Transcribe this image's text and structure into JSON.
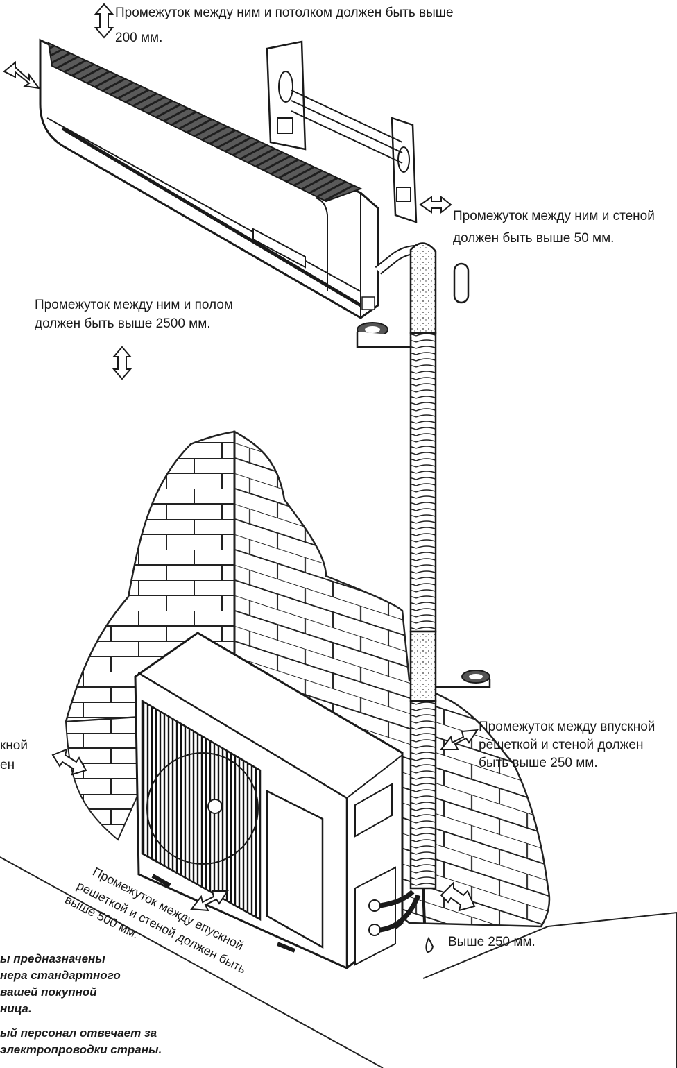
{
  "labels": {
    "ceiling_line1": "Промежуток между ним и потолком должен быть выше",
    "ceiling_line2": "200 мм.",
    "wall_line1": "Промежуток между ним и стеной",
    "wall_line2": "должен быть выше 50 мм.",
    "floor_line1": "Промежуток между ним и полом",
    "floor_line2": "должен быть выше 2500 мм.",
    "left_partial_line1": "кной",
    "left_partial_line2": "ен",
    "intake_wall_line1": "Промежуток между впускной",
    "intake_wall_line2": "решеткой и стеной должен",
    "intake_wall_line3": "быть выше 250 мм.",
    "front_line1": "Промежуток между впускной",
    "front_line2": "решеткой и стеной должен быть",
    "front_line3": "выше 500 мм.",
    "above_250": "Выше 250 мм."
  },
  "notes": {
    "note1_line1": "ы предназначены",
    "note1_line2": "нера стандартного",
    "note1_line3": "вашей покупной",
    "note1_line4": "ница.",
    "note2_line1": "ый персонал отвечает за",
    "note2_line2": "электропроводки страны."
  }
}
